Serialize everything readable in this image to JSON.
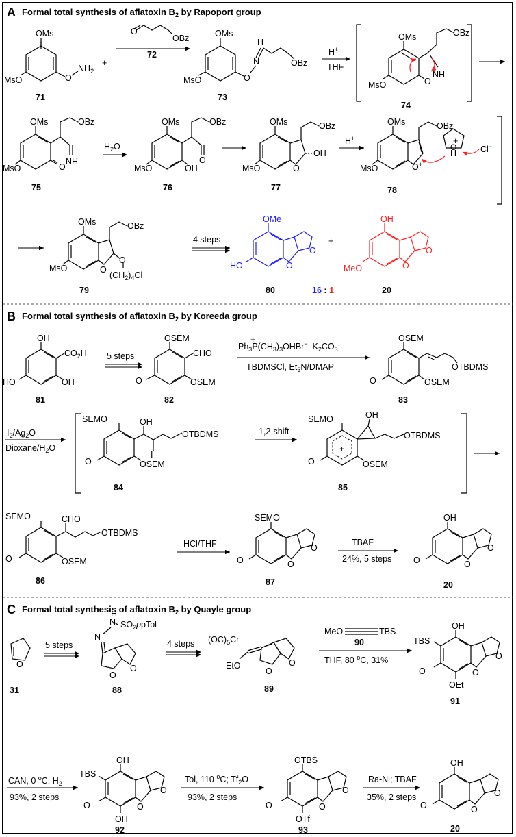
{
  "panels": [
    {
      "letter": "A",
      "title_pre": "Formal total synthesis of aflatoxin B",
      "title_sub": "2",
      "title_post": " by Rapoport group"
    },
    {
      "letter": "B",
      "title_pre": "Formal total synthesis of aflatoxin B",
      "title_sub": "2",
      "title_post": " by Koreeda group"
    },
    {
      "letter": "C",
      "title_pre": "Formal total synthesis of aflatoxin B",
      "title_sub": "2",
      "title_post": " by Quayle group"
    }
  ],
  "compounds": {
    "c71": "71",
    "c72": "72",
    "c73": "73",
    "c74": "74",
    "c75": "75",
    "c76": "76",
    "c77": "77",
    "c78": "78",
    "c79": "79",
    "c80": "80",
    "c20a": "20",
    "c81": "81",
    "c82": "82",
    "c83": "83",
    "c84": "84",
    "c85": "85",
    "c86": "86",
    "c87": "87",
    "c20b": "20",
    "c31": "31",
    "c88": "88",
    "c89": "89",
    "c90": "90",
    "c91": "91",
    "c92": "92",
    "c93": "93",
    "c20c": "20"
  },
  "groups": {
    "OMs": "OMs",
    "MsO": "MsO",
    "O": "O",
    "NH2": "NH",
    "NH2_sub": "2",
    "OBz": "OBz",
    "N": "N",
    "H": "H",
    "NH": "NH",
    "OH": "OH",
    "Cl": "Cl",
    "O_plus": "O",
    "CH2": "(CH",
    "CH2_sub": "2",
    ")4Cl": ")",
    "n4": "4",
    "Cl2": "Cl",
    "OMe": "OMe",
    "HO": "HO",
    "MeO": "MeO",
    "CO2H": "CO",
    "CO2H_sub": "2",
    "CO2H_post": "H",
    "OSEM": "OSEM",
    "CHO": "CHO",
    "OTBDMS": "OTBDMS",
    "SEMO": "SEMO",
    "I": "I",
    "TBS": "TBS",
    "OEt": "OEt",
    "EtO": "EtO",
    "SO2pTol": "SO",
    "SO2_sub": "2",
    "pTol": "pTol",
    "OC5Cr": "(OC)",
    "OC5_sub": "5",
    "Cr": "Cr",
    "OTBS": "OTBS",
    "OTf": "OTf",
    "Hplus": "H"
  },
  "reagents": {
    "a_h": "H",
    "a_thf": "THF",
    "a_h2o": "H",
    "a_h2o_sub": "2",
    "a_h2o_post": "O",
    "a_h2": "H",
    "a_4steps": "4 steps",
    "b_5steps": "5 steps",
    "b_wittig1_pre": "Ph",
    "b_wittig1_sub": "3",
    "b_wittig1_mid": "P(CH",
    "b_wittig1_sub2": "3",
    ")3OHBr": ")",
    "b_wittig1_sub3": "3",
    "b_wittig1_post": "OHBr",
    "b_wittig1_tail": ", K",
    "b_wittig1_sub4": "2",
    "b_wittig1_co": "CO",
    "b_wittig1_sub5": "3",
    "b_wittig1_end": ";",
    "b_wittig2_pre": "TBDMSCl, Et",
    "b_wittig2_sub": "3",
    "b_wittig2_post": "N/DMAP",
    "b_i2_pre": "I",
    "b_i2_sub": "2",
    "b_i2_mid": "/Ag",
    "b_i2_sub2": "2",
    "b_i2_post": "O",
    "b_dioxane": "Dioxane/H",
    "b_dioxane_sub": "2",
    "b_dioxane_post": "O",
    "b_shift": "1,2-shift",
    "b_hcl": "HCl/THF",
    "b_tbaf": "TBAF",
    "b_yield": "24%, 5 steps",
    "c_5steps": "5 steps",
    "c_4steps": "4 steps",
    "c_meo": "MeO",
    "c_tbs": "TBS",
    "c_cond": "THF, 80 ",
    "c_cond_sup": "o",
    "c_cond_post": "C, 31%",
    "c_can": "CAN, 0 ",
    "c_can_sup": "o",
    "c_can_post": "C; H",
    "c_can_sub": "2",
    "c_can_y": "93%, 2 steps",
    "c_tol": "Tol, 110 ",
    "c_tol_sup": "o",
    "c_tol_post": "C; Tf",
    "c_tol_sub": "2",
    "c_tol_o": "O",
    "c_tol_y": "93%, 2 steps",
    "c_rani": "Ra-Ni; TBAF",
    "c_rani_y": "35%, 2 steps"
  },
  "ratio": {
    "blue": "16",
    "sep": " : ",
    "red": "1"
  },
  "colors": {
    "blue": "#1a1aff",
    "red": "#ff2020",
    "divider": "#555555"
  }
}
